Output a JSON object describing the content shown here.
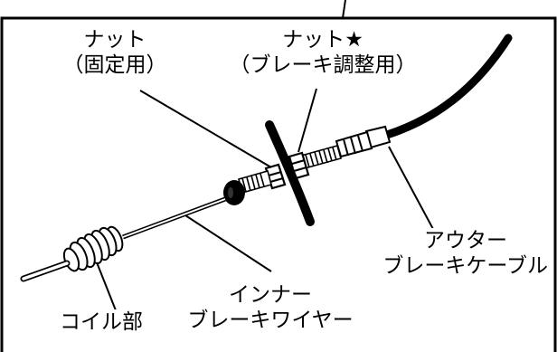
{
  "labels": {
    "nut_fixing": {
      "line1": "ナット",
      "line2": "（固定用）"
    },
    "nut_adjust": {
      "line1": "ナット★",
      "line2": "（ブレーキ調整用）"
    },
    "outer_cable": {
      "line1": "アウター",
      "line2": "ブレーキケーブル"
    },
    "inner_wire": {
      "line1": "インナー",
      "line2": "ブレーキワイヤー"
    },
    "coil": "コイル部"
  },
  "colors": {
    "ink": "#000000",
    "background": "#ffffff"
  }
}
